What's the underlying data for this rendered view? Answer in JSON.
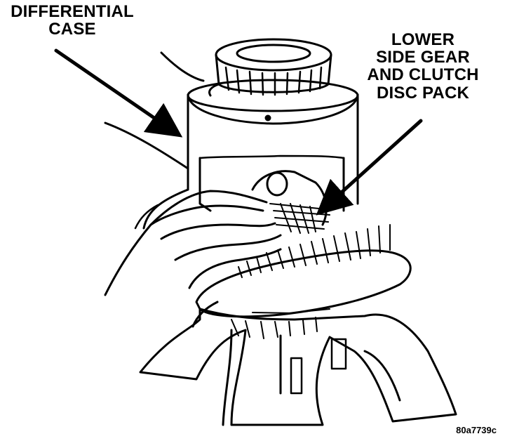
{
  "labels": {
    "differential_case": [
      "DIFFERENTIAL",
      "CASE"
    ],
    "lower_side_gear": [
      "LOWER",
      "SIDE GEAR",
      "AND CLUTCH",
      "DISC PACK"
    ],
    "figure_code": "80a7739c"
  },
  "colors": {
    "ink": "#000000",
    "paper": "#ffffff"
  }
}
